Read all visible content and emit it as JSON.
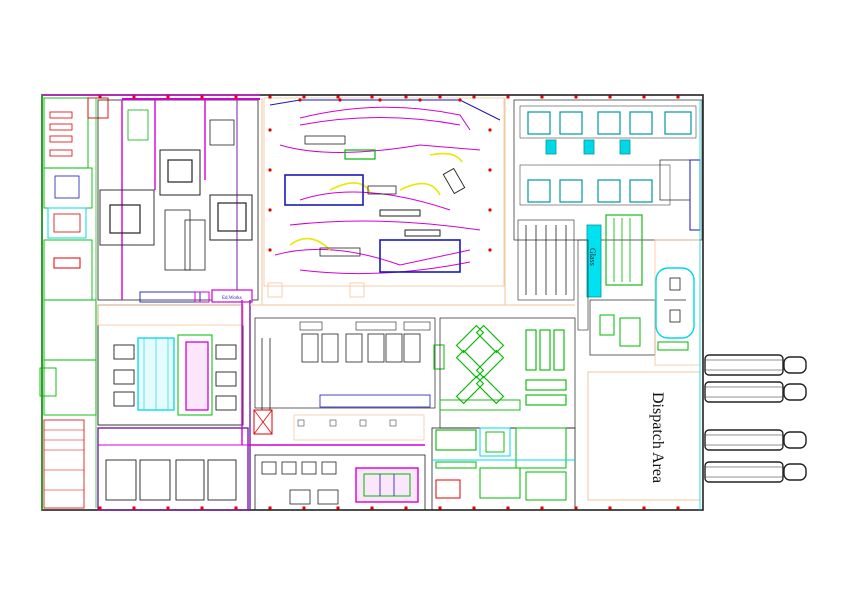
{
  "labels": {
    "glass": "Glass",
    "dispatch": "Dispatch Area",
    "badge": "Ed.Works"
  },
  "colors": {
    "outline": "#222222",
    "magenta": "#d400d4",
    "purple": "#7a1fa8",
    "green": "#00b800",
    "cyan": "#00d8e8",
    "red": "#e00000",
    "blue": "#1a1ab8",
    "yellow": "#e8e800",
    "peach": "#f2c49a",
    "grey": "#9a9a9a",
    "teal": "#009a9a"
  },
  "truck_count": 4
}
